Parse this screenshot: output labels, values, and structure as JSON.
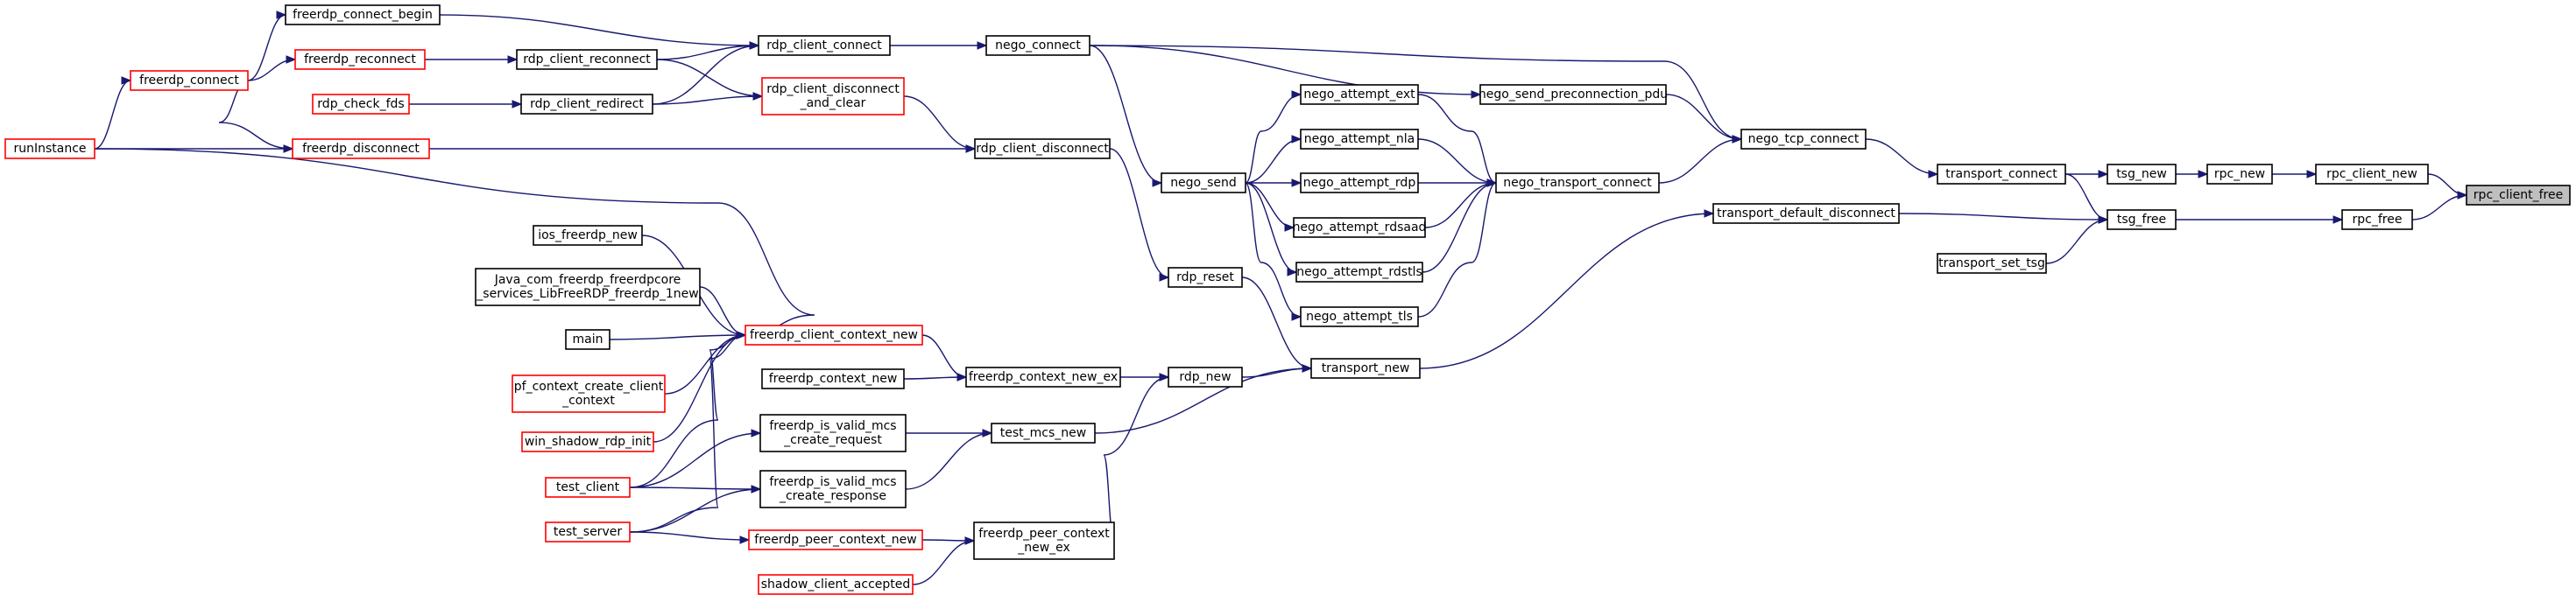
{
  "graph": {
    "title": "",
    "nodes": [
      {
        "id": "rpc_client_free",
        "lines": [
          "rpc_client_free"
        ],
        "style": "current"
      },
      {
        "id": "rpc_client_new",
        "lines": [
          "rpc_client_new"
        ],
        "style": "black"
      },
      {
        "id": "rpc_free",
        "lines": [
          "rpc_free"
        ],
        "style": "black"
      },
      {
        "id": "rpc_new",
        "lines": [
          "rpc_new"
        ],
        "style": "black"
      },
      {
        "id": "tsg_new",
        "lines": [
          "tsg_new"
        ],
        "style": "black"
      },
      {
        "id": "tsg_free",
        "lines": [
          "tsg_free"
        ],
        "style": "black"
      },
      {
        "id": "transport_connect",
        "lines": [
          "transport_connect"
        ],
        "style": "black"
      },
      {
        "id": "transport_default_disconnect",
        "lines": [
          "transport_default_disconnect"
        ],
        "style": "black"
      },
      {
        "id": "transport_set_tsg",
        "lines": [
          "transport_set_tsg"
        ],
        "style": "black"
      },
      {
        "id": "nego_tcp_connect",
        "lines": [
          "nego_tcp_connect"
        ],
        "style": "black"
      },
      {
        "id": "nego_send_preconnection_pdu",
        "lines": [
          "nego_send_preconnection_pdu"
        ],
        "style": "black"
      },
      {
        "id": "nego_transport_connect",
        "lines": [
          "nego_transport_connect"
        ],
        "style": "black"
      },
      {
        "id": "nego_attempt_ext",
        "lines": [
          "nego_attempt_ext"
        ],
        "style": "black"
      },
      {
        "id": "nego_attempt_nla",
        "lines": [
          "nego_attempt_nla"
        ],
        "style": "black"
      },
      {
        "id": "nego_attempt_rdp",
        "lines": [
          "nego_attempt_rdp"
        ],
        "style": "black"
      },
      {
        "id": "nego_attempt_rdsaad",
        "lines": [
          "nego_attempt_rdsaad"
        ],
        "style": "black"
      },
      {
        "id": "nego_attempt_rdstls",
        "lines": [
          "nego_attempt_rdstls"
        ],
        "style": "black"
      },
      {
        "id": "nego_attempt_tls",
        "lines": [
          "nego_attempt_tls"
        ],
        "style": "black"
      },
      {
        "id": "nego_send",
        "lines": [
          "nego_send"
        ],
        "style": "black"
      },
      {
        "id": "nego_connect",
        "lines": [
          "nego_connect"
        ],
        "style": "black"
      },
      {
        "id": "transport_new",
        "lines": [
          "transport_new"
        ],
        "style": "black"
      },
      {
        "id": "rdp_reset",
        "lines": [
          "rdp_reset"
        ],
        "style": "black"
      },
      {
        "id": "rdp_client_disconnect",
        "lines": [
          "rdp_client_disconnect"
        ],
        "style": "black"
      },
      {
        "id": "rdp_client_connect",
        "lines": [
          "rdp_client_connect"
        ],
        "style": "black"
      },
      {
        "id": "rdp_client_disconnect_and_clear",
        "lines": [
          "rdp_client_disconnect",
          "_and_clear"
        ],
        "style": "red"
      },
      {
        "id": "rdp_client_reconnect",
        "lines": [
          "rdp_client_reconnect"
        ],
        "style": "black"
      },
      {
        "id": "rdp_client_redirect",
        "lines": [
          "rdp_client_redirect"
        ],
        "style": "black"
      },
      {
        "id": "freerdp_connect_begin",
        "lines": [
          "freerdp_connect_begin"
        ],
        "style": "black"
      },
      {
        "id": "freerdp_connect",
        "lines": [
          "freerdp_connect"
        ],
        "style": "red"
      },
      {
        "id": "freerdp_reconnect",
        "lines": [
          "freerdp_reconnect"
        ],
        "style": "red"
      },
      {
        "id": "rdp_check_fds",
        "lines": [
          "rdp_check_fds"
        ],
        "style": "red"
      },
      {
        "id": "freerdp_disconnect",
        "lines": [
          "freerdp_disconnect"
        ],
        "style": "red"
      },
      {
        "id": "runInstance",
        "lines": [
          "runInstance"
        ],
        "style": "red"
      },
      {
        "id": "rdp_new",
        "lines": [
          "rdp_new"
        ],
        "style": "black"
      },
      {
        "id": "freerdp_context_new_ex",
        "lines": [
          "freerdp_context_new_ex"
        ],
        "style": "black"
      },
      {
        "id": "freerdp_context_new",
        "lines": [
          "freerdp_context_new"
        ],
        "style": "black"
      },
      {
        "id": "freerdp_client_context_new",
        "lines": [
          "freerdp_client_context_new"
        ],
        "style": "red"
      },
      {
        "id": "ios_freerdp_new",
        "lines": [
          "ios_freerdp_new"
        ],
        "style": "black"
      },
      {
        "id": "java_new",
        "lines": [
          "Java_com_freerdp_freerdpcore",
          "_services_LibFreeRDP_freerdp_1new"
        ],
        "style": "black"
      },
      {
        "id": "main",
        "lines": [
          "main"
        ],
        "style": "black"
      },
      {
        "id": "pf_context_create_client_context",
        "lines": [
          "pf_context_create_client",
          "_context"
        ],
        "style": "red"
      },
      {
        "id": "win_shadow_rdp_init",
        "lines": [
          "win_shadow_rdp_init"
        ],
        "style": "red"
      },
      {
        "id": "test_mcs_new",
        "lines": [
          "test_mcs_new"
        ],
        "style": "black"
      },
      {
        "id": "is_valid_mcs_create_request",
        "lines": [
          "freerdp_is_valid_mcs",
          "_create_request"
        ],
        "style": "black"
      },
      {
        "id": "is_valid_mcs_create_response",
        "lines": [
          "freerdp_is_valid_mcs",
          "_create_response"
        ],
        "style": "black"
      },
      {
        "id": "test_client",
        "lines": [
          "test_client"
        ],
        "style": "red"
      },
      {
        "id": "test_server",
        "lines": [
          "test_server"
        ],
        "style": "red"
      },
      {
        "id": "freerdp_peer_context_new_ex",
        "lines": [
          "freerdp_peer_context",
          "_new_ex"
        ],
        "style": "black"
      },
      {
        "id": "freerdp_peer_context_new",
        "lines": [
          "freerdp_peer_context_new"
        ],
        "style": "red"
      },
      {
        "id": "shadow_client_accepted",
        "lines": [
          "shadow_client_accepted"
        ],
        "style": "red"
      }
    ],
    "edges": [
      [
        "rpc_client_new",
        "rpc_client_free"
      ],
      [
        "rpc_free",
        "rpc_client_free"
      ],
      [
        "rpc_new",
        "rpc_client_new"
      ],
      [
        "tsg_free",
        "rpc_free"
      ],
      [
        "tsg_new",
        "rpc_new"
      ],
      [
        "transport_connect",
        "tsg_new"
      ],
      [
        "transport_connect",
        "tsg_free"
      ],
      [
        "transport_default_disconnect",
        "tsg_free"
      ],
      [
        "transport_set_tsg",
        "tsg_free"
      ],
      [
        "nego_tcp_connect",
        "transport_connect"
      ],
      [
        "transport_new",
        "transport_default_disconnect"
      ],
      [
        "nego_connect",
        "nego_tcp_connect"
      ],
      [
        "nego_send_preconnection_pdu",
        "nego_tcp_connect"
      ],
      [
        "nego_transport_connect",
        "nego_tcp_connect"
      ],
      [
        "nego_connect",
        "nego_send_preconnection_pdu"
      ],
      [
        "nego_attempt_ext",
        "nego_transport_connect"
      ],
      [
        "nego_attempt_nla",
        "nego_transport_connect"
      ],
      [
        "nego_attempt_rdp",
        "nego_transport_connect"
      ],
      [
        "nego_attempt_rdsaad",
        "nego_transport_connect"
      ],
      [
        "nego_attempt_rdstls",
        "nego_transport_connect"
      ],
      [
        "nego_attempt_tls",
        "nego_transport_connect"
      ],
      [
        "nego_send",
        "nego_attempt_ext"
      ],
      [
        "nego_send",
        "nego_attempt_nla"
      ],
      [
        "nego_send",
        "nego_attempt_rdp"
      ],
      [
        "nego_send",
        "nego_attempt_rdsaad"
      ],
      [
        "nego_send",
        "nego_attempt_rdstls"
      ],
      [
        "nego_send",
        "nego_attempt_tls"
      ],
      [
        "nego_connect",
        "nego_send"
      ],
      [
        "rdp_client_connect",
        "nego_connect"
      ],
      [
        "rdp_reset",
        "transport_new"
      ],
      [
        "rdp_new",
        "transport_new"
      ],
      [
        "test_mcs_new",
        "transport_new"
      ],
      [
        "rdp_client_disconnect",
        "rdp_reset"
      ],
      [
        "rdp_client_disconnect_and_clear",
        "rdp_client_disconnect"
      ],
      [
        "freerdp_disconnect",
        "rdp_client_disconnect"
      ],
      [
        "freerdp_connect_begin",
        "rdp_client_connect"
      ],
      [
        "rdp_client_reconnect",
        "rdp_client_connect"
      ],
      [
        "rdp_client_redirect",
        "rdp_client_connect"
      ],
      [
        "rdp_client_reconnect",
        "rdp_client_disconnect_and_clear"
      ],
      [
        "rdp_client_redirect",
        "rdp_client_disconnect_and_clear"
      ],
      [
        "freerdp_reconnect",
        "rdp_client_reconnect"
      ],
      [
        "rdp_check_fds",
        "rdp_client_redirect"
      ],
      [
        "freerdp_connect",
        "freerdp_connect_begin"
      ],
      [
        "freerdp_connect",
        "freerdp_reconnect"
      ],
      [
        "freerdp_connect",
        "freerdp_disconnect"
      ],
      [
        "runInstance",
        "freerdp_connect"
      ],
      [
        "runInstance",
        "freerdp_disconnect"
      ],
      [
        "freerdp_context_new_ex",
        "rdp_new"
      ],
      [
        "freerdp_peer_context_new_ex",
        "rdp_new"
      ],
      [
        "freerdp_context_new",
        "freerdp_context_new_ex"
      ],
      [
        "freerdp_client_context_new",
        "freerdp_context_new_ex"
      ],
      [
        "runInstance",
        "freerdp_client_context_new"
      ],
      [
        "ios_freerdp_new",
        "freerdp_client_context_new"
      ],
      [
        "java_new",
        "freerdp_client_context_new"
      ],
      [
        "main",
        "freerdp_client_context_new"
      ],
      [
        "pf_context_create_client_context",
        "freerdp_client_context_new"
      ],
      [
        "win_shadow_rdp_init",
        "freerdp_client_context_new"
      ],
      [
        "test_client",
        "freerdp_client_context_new"
      ],
      [
        "test_server",
        "freerdp_client_context_new"
      ],
      [
        "is_valid_mcs_create_request",
        "test_mcs_new"
      ],
      [
        "is_valid_mcs_create_response",
        "test_mcs_new"
      ],
      [
        "test_client",
        "is_valid_mcs_create_request"
      ],
      [
        "test_client",
        "is_valid_mcs_create_response"
      ],
      [
        "test_server",
        "is_valid_mcs_create_response"
      ],
      [
        "test_server",
        "freerdp_peer_context_new"
      ],
      [
        "freerdp_peer_context_new",
        "freerdp_peer_context_new_ex"
      ],
      [
        "shadow_client_accepted",
        "freerdp_peer_context_new_ex"
      ]
    ]
  }
}
